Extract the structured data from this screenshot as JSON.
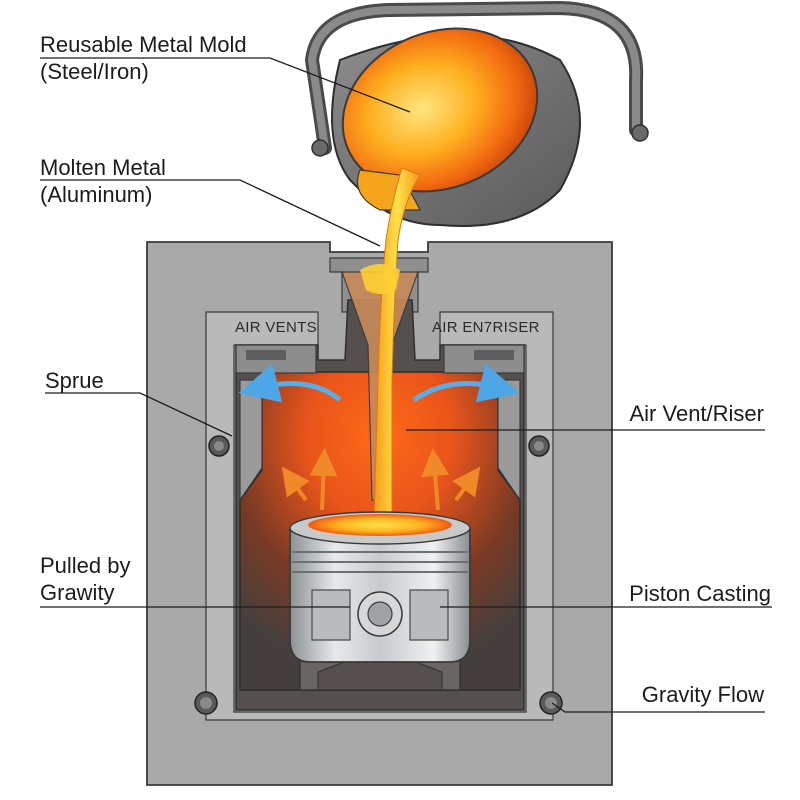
{
  "labels": {
    "mold": {
      "line1": "Reusable Metal Mold",
      "line2": "(Steel/Iron)"
    },
    "molten": {
      "line1": "Molten Metal",
      "line2": "(Aluminum)"
    },
    "sprue": "Sprue",
    "pulled": {
      "line1": "Pulled by",
      "line2": "Grawity"
    },
    "air_vent_riser": "Air Vent/Riser",
    "piston_casting": "Piston Casting",
    "gravity_flow": "Gravity Flow",
    "air_vents_left": "AIR VENTS",
    "air_vents_right": "AIR EN7RISER"
  },
  "colors": {
    "mold_fill": "#a9a9a9",
    "mold_outline": "#3a3a3a",
    "cavity_dark": "#4a4644",
    "molten_core": "#ffd21f",
    "molten_edge": "#f07a12",
    "glow": "#ff5a14",
    "vent_arrow": "#5aaee6",
    "heat_arrow": "#f08a28",
    "piston": "#d2d4d6"
  },
  "icons": [
    "ladle-icon",
    "vent-arrow-icon",
    "heat-arrow-icon",
    "bolt-icon"
  ]
}
